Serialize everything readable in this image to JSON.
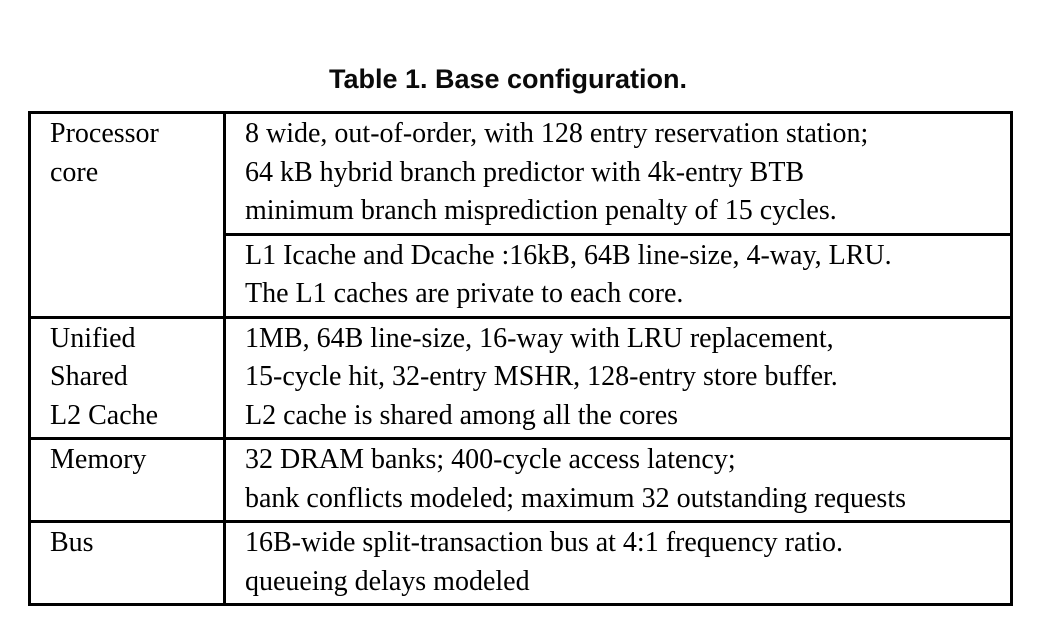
{
  "caption": "Table 1. Base configuration.",
  "table": {
    "rows": [
      {
        "label": "Processor core",
        "label_lines": [
          "Processor",
          "core"
        ],
        "subcells": [
          {
            "lines": [
              "8 wide, out-of-order, with 128 entry reservation station;",
              "64 kB hybrid branch predictor with 4k-entry BTB",
              "minimum branch misprediction penalty of 15 cycles."
            ]
          },
          {
            "lines": [
              "L1 Icache and Dcache :16kB, 64B line-size, 4-way, LRU.",
              "The L1 caches are private to each core."
            ]
          }
        ]
      },
      {
        "label": "Unified Shared L2 Cache",
        "label_lines": [
          "Unified",
          "Shared",
          "L2 Cache"
        ],
        "subcells": [
          {
            "lines": [
              "1MB, 64B line-size, 16-way with LRU replacement,",
              "15-cycle hit, 32-entry MSHR, 128-entry store buffer.",
              "L2 cache is shared among all the cores"
            ]
          }
        ]
      },
      {
        "label": "Memory",
        "label_lines": [
          "Memory"
        ],
        "subcells": [
          {
            "lines": [
              "32 DRAM banks; 400-cycle access latency;",
              "bank conflicts modeled; maximum 32 outstanding requests"
            ]
          }
        ]
      },
      {
        "label": "Bus",
        "label_lines": [
          "Bus"
        ],
        "subcells": [
          {
            "lines": [
              "16B-wide split-transaction bus at 4:1 frequency ratio.",
              "queueing delays modeled"
            ]
          }
        ]
      }
    ]
  }
}
